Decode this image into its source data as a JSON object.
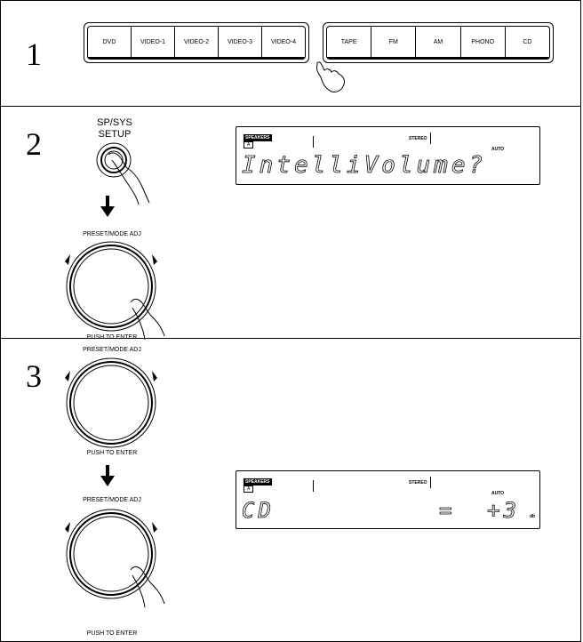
{
  "steps": {
    "one": "1",
    "two": "2",
    "three": "3"
  },
  "panel1": {
    "group_left": [
      "DVD",
      "VIDEO-1",
      "VIDEO-2",
      "VIDEO-3",
      "VIDEO-4"
    ],
    "group_right": [
      "TAPE",
      "FM",
      "AM",
      "PHONO",
      "CD"
    ]
  },
  "panel2": {
    "setup_label": "SP/SYS\nSETUP",
    "dial_top_label": "PRESET/MODE ADJ",
    "dial_bottom_label": "PUSH TO ENTER",
    "display": {
      "speakers": "SPEAKERS",
      "speakers_a": "A",
      "stereo": "STEREO",
      "auto": "AUTO",
      "text": "IntelliVolume?"
    }
  },
  "panel3": {
    "dial1_top_label": "PRESET/MODE ADJ",
    "dial1_bottom_label": "PUSH TO ENTER",
    "dial2_top_label": "PRESET/MODE ADJ",
    "dial2_bottom_label": "PUSH TO ENTER",
    "display": {
      "speakers": "SPEAKERS",
      "speakers_a": "A",
      "stereo": "STEREO",
      "auto": "AUTO",
      "source": "CD",
      "mid": "=",
      "value": "+3",
      "unit": "db"
    }
  }
}
